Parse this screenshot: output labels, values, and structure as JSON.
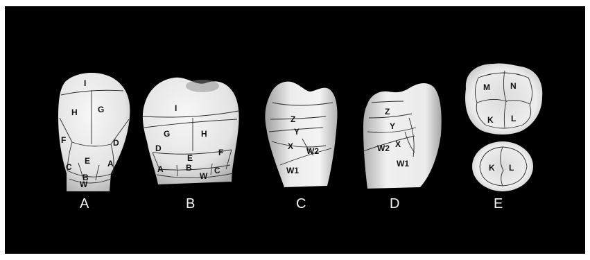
{
  "colors": {
    "background": "#000000",
    "tooth_light": "#f2f2f2",
    "tooth_shadow": "#b9b9b9",
    "label_ink": "#111111",
    "caption_ink": "#f2f2f2"
  },
  "panels": [
    {
      "caption": "A",
      "zones": [
        "I",
        "H",
        "G",
        "F",
        "D",
        "E",
        "C",
        "A",
        "B",
        "W"
      ]
    },
    {
      "caption": "B",
      "zones": [
        "I",
        "G",
        "H",
        "D",
        "E",
        "F",
        "A",
        "B",
        "C",
        "W"
      ]
    },
    {
      "caption": "C",
      "zones": [
        "Z",
        "Y",
        "X",
        "W2",
        "W1"
      ]
    },
    {
      "caption": "D",
      "zones": [
        "Z",
        "Y",
        "W2",
        "X",
        "W1"
      ]
    },
    {
      "caption": "E",
      "zones_upper": [
        "M",
        "N",
        "K",
        "L"
      ],
      "zones_lower": [
        "K",
        "L"
      ]
    }
  ]
}
